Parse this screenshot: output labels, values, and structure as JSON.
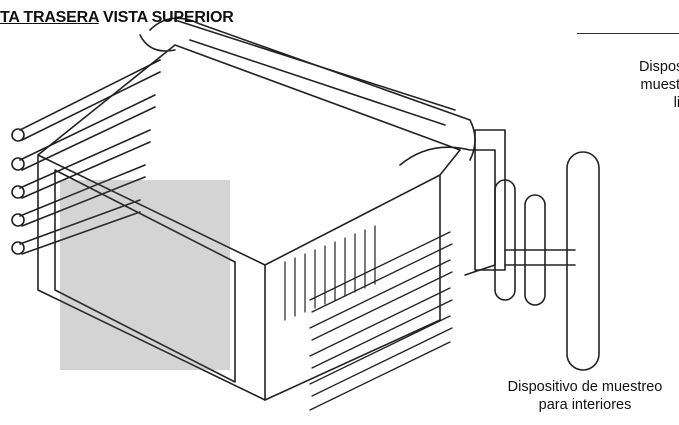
{
  "title": {
    "part1": "TA TRASERA",
    "part2": "VISTA SUPERIOR"
  },
  "labels": {
    "outdoor": [
      "Dispositiv",
      "muestreo",
      "libre"
    ],
    "indoor": [
      "Dispositivo de muestreo",
      "para interiores"
    ]
  },
  "colors": {
    "line": "#222222",
    "background": "#ffffff"
  }
}
